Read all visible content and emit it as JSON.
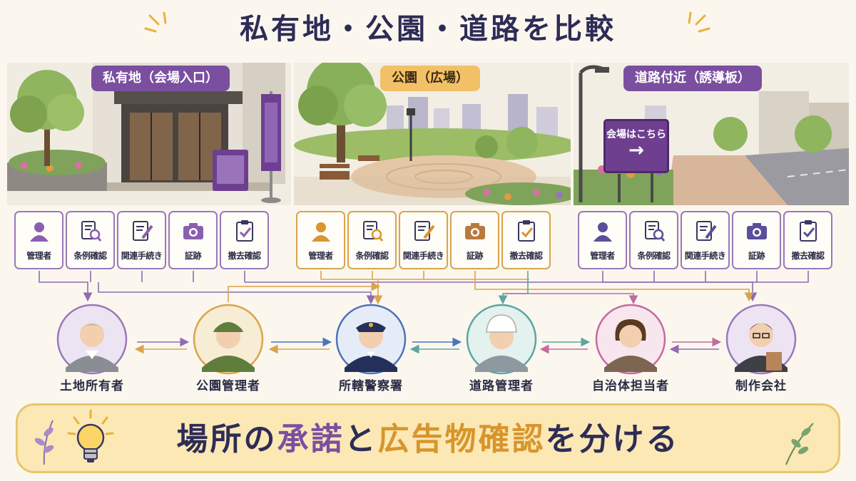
{
  "title": "私有地・公園・道路を比較",
  "scenes": [
    {
      "label": "私有地（会場入口）"
    },
    {
      "label": "公園（広場）"
    },
    {
      "label": "道路付近（誘導板）",
      "sign_text": "会場はこちら",
      "sign_arrow": "→"
    }
  ],
  "check_items": [
    "管理者",
    "条例確認",
    "関連手続き",
    "証跡",
    "撤去確認"
  ],
  "icons": [
    "person-icon",
    "magnifier-document-icon",
    "pencil-document-icon",
    "camera-icon",
    "clipboard-check-icon"
  ],
  "stakeholders": [
    "土地所有者",
    "公園管理者",
    "所轄警察署",
    "道路管理者",
    "自治体担当者",
    "制作会社"
  ],
  "banner": {
    "part1": "場所の",
    "part2": "承諾",
    "part3": "と",
    "part4": "広告物確認",
    "part5": "を分ける"
  },
  "colors": {
    "purple": "#7b4fa0",
    "orange": "#d9a44c",
    "navy": "#2e2c56",
    "banner_bg": "#fbe8b4"
  }
}
